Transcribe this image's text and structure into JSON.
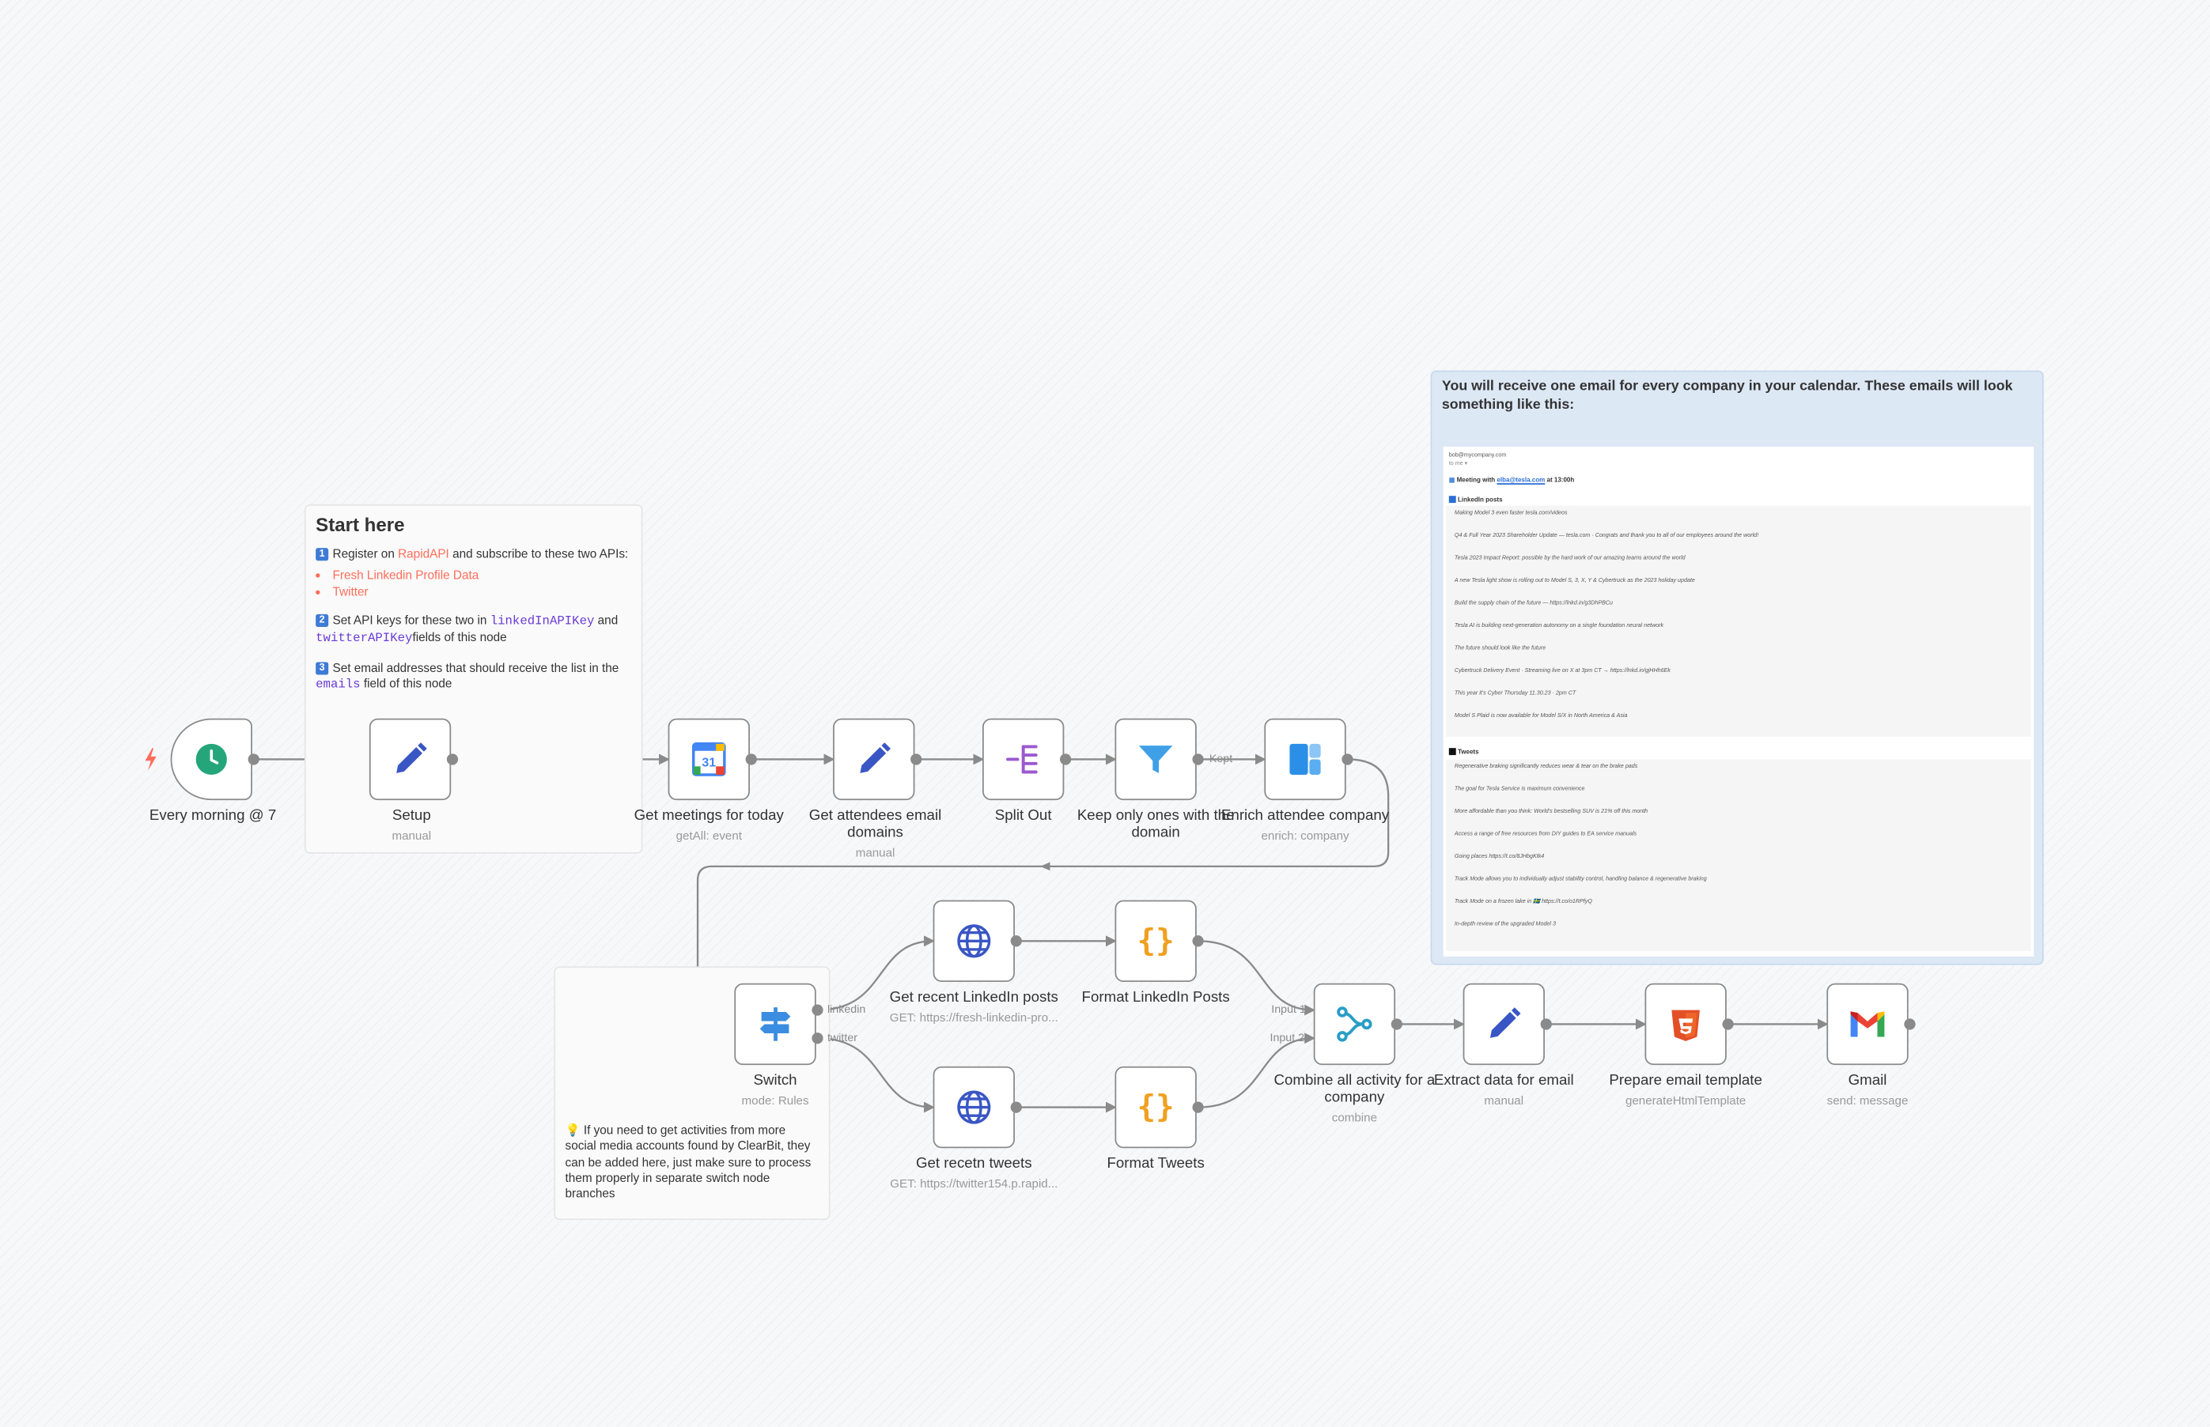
{
  "start_note": {
    "title": "Start here",
    "step1_text_a": "Register on ",
    "step1_link": "RapidAPI",
    "step1_text_b": " and subscribe to these two APIs:",
    "apis": [
      "Fresh Linkedin Profile Data",
      "Twitter"
    ],
    "step2_text_a": "Set API keys for these two in ",
    "step2_code_1": "linkedInAPIKey",
    "step2_text_b": " and ",
    "step2_code_2": "twitterAPIKey",
    "step2_text_c": "fields of this node",
    "step3_text_a": "Set email addresses that should receive the list in the ",
    "step3_code": "emails",
    "step3_text_b": " field of this node",
    "step_numbers": [
      "1",
      "2",
      "3"
    ]
  },
  "hint_note": {
    "text": "💡 If you need to get activities from more social media accounts found by ClearBit, they can be added here, just make sure to process them properly in separate switch node branches"
  },
  "preview_note": {
    "text": "You will receive one email for every company in your calendar. These emails will look something like this:",
    "email_from": "bob@mycompany.com",
    "email_to": "to me ▾",
    "meeting_text_a": "Meeting with ",
    "meeting_email": "elba@tesla.com",
    "meeting_text_b": " at 13:00h",
    "linkedin_heading": "LinkedIn posts",
    "linkedin_posts": [
      "Making Model 3 even faster tesla.com/videos",
      "Q4 & Full Year 2023 Shareholder Update — tesla.com · Congrats and thank you to all of our employees around the world!",
      "Tesla 2023 Impact Report: possible by the hard work of our amazing teams around the world",
      "A new Tesla light show is rolling out to Model S, 3, X, Y & Cybertruck as the 2023 holiday update",
      "Build the supply chain of the future — https://lnkd.in/g3DhPBCu",
      "Tesla AI is building next-generation autonomy on a single foundation neural network",
      "The future should look like the future",
      "Cybertruck Delivery Event · Streaming live on X at 3pm CT → https://lnkd.in/gjHHh6Ek",
      "This year it's Cyber Thursday 11.30.23 · 2pm CT",
      "Model S Plaid is now available for Model S/X in North America & Asia"
    ],
    "tweets_heading": "Tweets",
    "tweets": [
      "Regenerative braking significantly reduces wear & tear on the brake pads",
      "The goal for Tesla Service is maximum convenience",
      "More affordable than you think: World's bestselling SUV is 21% off this month",
      "Access a range of free resources from DIY guides to EA service manuals",
      "Going places https://t.co/8JHbgKtk4",
      "Track Mode allows you to individually adjust stability control, handling balance & regenerative braking",
      "Track Mode on a frozen lake in 🇸🇪 https://t.co/o1RPfyQ",
      "In-depth review of the upgraded Model 3"
    ]
  },
  "nodes": {
    "trigger": {
      "label": "Every morning @ 7",
      "sub": ""
    },
    "setup": {
      "label": "Setup",
      "sub": "manual"
    },
    "calendar": {
      "label": "Get meetings for today",
      "sub": "getAll: event"
    },
    "attendees": {
      "label": "Get attendees email domains",
      "sub": "manual"
    },
    "split": {
      "label": "Split Out",
      "sub": ""
    },
    "filter": {
      "label": "Keep only ones with the domain",
      "sub": ""
    },
    "clearbit": {
      "label": "Enrich attendee company",
      "sub": "enrich: company"
    },
    "switch": {
      "label": "Switch",
      "sub": "mode: Rules"
    },
    "linkedin_req": {
      "label": "Get recent LinkedIn posts",
      "sub": "GET: https://fresh-linkedin-pro..."
    },
    "twitter_req": {
      "label": "Get recetn tweets",
      "sub": "GET: https://twitter154.p.rapid..."
    },
    "fmt_linkedin": {
      "label": "Format LinkedIn Posts",
      "sub": ""
    },
    "fmt_tweets": {
      "label": "Format Tweets",
      "sub": ""
    },
    "merge": {
      "label": "Combine all activity for a company",
      "sub": "combine"
    },
    "extract": {
      "label": "Extract data for email",
      "sub": "manual"
    },
    "html": {
      "label": "Prepare email template",
      "sub": "generateHtmlTemplate"
    },
    "gmail": {
      "label": "Gmail",
      "sub": "send: message"
    }
  },
  "edge_labels": {
    "kept": "Kept",
    "linkedin": "linkedin",
    "twitter": "twitter",
    "input1": "Input 1",
    "input2": "Input 2"
  },
  "icons": {
    "trigger": "schedule-clock-icon",
    "setup": "pencil-icon",
    "calendar": "google-calendar-icon",
    "attendees": "pencil-icon",
    "split": "split-out-icon",
    "filter": "filter-funnel-icon",
    "clearbit": "clearbit-icon",
    "switch": "switch-signpost-icon",
    "http": "globe-icon",
    "code": "curly-braces-icon",
    "merge": "merge-icon",
    "extract": "pencil-icon",
    "html": "html5-icon",
    "gmail": "gmail-icon"
  },
  "colors": {
    "trigger_icon": "#25a57a",
    "pencil_icon": "#3a56c5",
    "split_icon": "#9b59d0",
    "filter_icon": "#3fa0e8",
    "clearbit_icon": "#2b8fe8",
    "switch_icon": "#3a8de0",
    "globe_icon": "#3a56c5",
    "code_icon": "#f0a020",
    "merge_icon": "#2a9ec6",
    "html_icon": "#e34f26",
    "link": "#ff6d5a",
    "code_text": "#6a3bd6"
  }
}
